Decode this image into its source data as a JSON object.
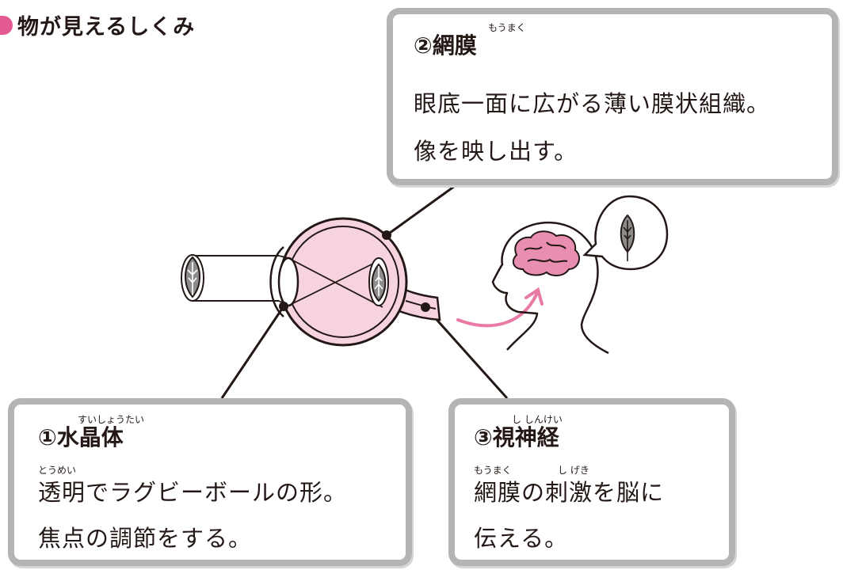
{
  "heading": {
    "title": "物が見えるしくみ",
    "accent_color": "#e35a92"
  },
  "callouts": {
    "retina": {
      "ruby": "もうまく",
      "title": "②網膜",
      "lines": [
        "眼底一面に広がる薄い膜状組織。",
        "像を映し出す。"
      ]
    },
    "lens": {
      "ruby": "すいしょうたい",
      "title": "①水晶体",
      "line_rubies": [
        "とうめい"
      ],
      "lines": [
        "透明でラグビーボールの形。",
        "焦点の調節をする。"
      ]
    },
    "nerve": {
      "ruby": "し しんけい",
      "title": "③視神経",
      "line_rubies": [
        "もうまく",
        "し げき"
      ],
      "lines": [
        "網膜の刺激を脳に",
        "伝える。"
      ]
    }
  },
  "icons": {
    "object": "leaf-icon",
    "inverted_image": "leaf-icon",
    "thought_image": "leaf-icon",
    "brain": "brain-icon",
    "head": "head-silhouette-icon",
    "arrow": "curved-arrow-icon"
  },
  "colors": {
    "eye_fill": "#f7d3df",
    "arrow": "#e87aa5",
    "border": "#b4b4b5",
    "leaf": "#8c8c8c"
  }
}
